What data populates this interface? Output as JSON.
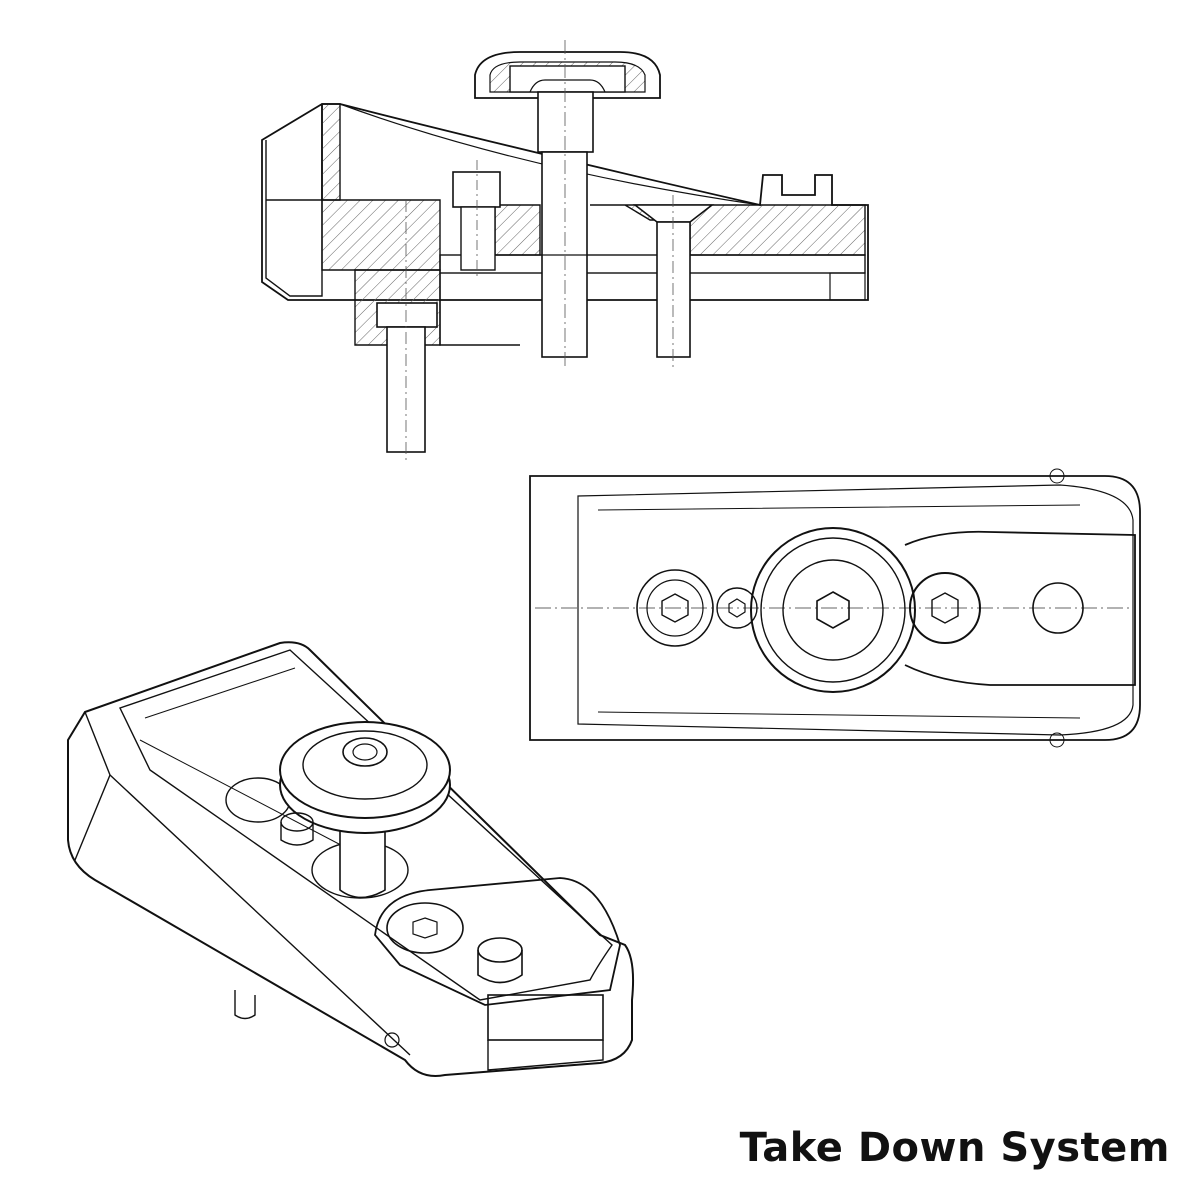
{
  "caption": {
    "title": "Take Down System"
  },
  "colors": {
    "line": "#111111",
    "hatch": "#666666",
    "centerline": "#333333",
    "background": "#ffffff"
  },
  "views": [
    {
      "name": "section-view",
      "icon": "cross-section-drawing"
    },
    {
      "name": "top-view",
      "icon": "plan-drawing"
    },
    {
      "name": "isometric-view",
      "icon": "isometric-drawing"
    }
  ]
}
